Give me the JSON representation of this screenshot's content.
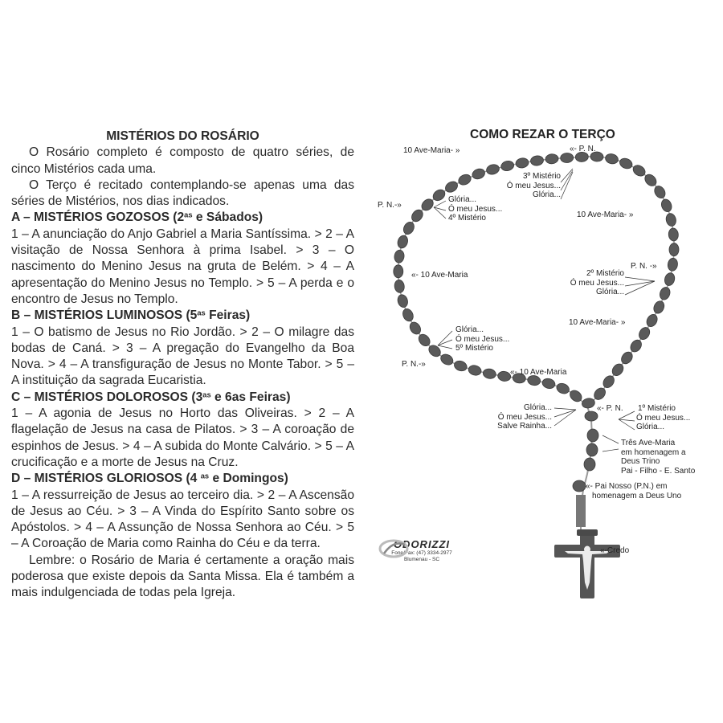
{
  "left": {
    "title": "MISTÉRIOS DO ROSÁRIO",
    "intro": [
      "O Rosário completo é composto de quatro séries, de cinco Mistérios cada uma.",
      "O Terço é recitado contemplando-se apenas uma das séries de Mistérios, nos dias indicados."
    ],
    "sections": [
      {
        "heading_pre": "A – MISTÉRIOS GOZOSOS (2",
        "heading_sup": "as",
        "heading_post": " e Sábados)",
        "body": "1 – A anunciação do Anjo Gabriel a Maria Santíssima. > 2 – A visitação de Nossa Senhora à prima Isabel.  > 3 – O nascimento do Menino Jesus na gruta de Belém. > 4 – A apresentação do Menino Jesus no Templo. > 5 – A perda e o encontro de Jesus no Templo."
      },
      {
        "heading_pre": "B – MISTÉRIOS LUMINOSOS (5",
        "heading_sup": "as",
        "heading_post": " Feiras)",
        "body": "1 – O batismo de Jesus no Rio Jordão. > 2 – O milagre das bodas de Caná. > 3 – A pregação do Evangelho da Boa Nova. > 4 – A transfiguração de Jesus no Monte Tabor. > 5 – A instituição da sagrada Eucaristia."
      },
      {
        "heading_pre": "C – MISTÉRIOS DOLOROSOS (3",
        "heading_sup": "as",
        "heading_post": " e 6as Feiras)",
        "body": "1 – A agonia de Jesus no Horto das Oliveiras. > 2 – A flagelação de Jesus na casa de Pilatos. > 3 – A coroação de espinhos de Jesus. > 4 – A subida do Monte Calvário. > 5 – A crucificação e a morte de Jesus na Cruz."
      },
      {
        "heading_pre": "D – MISTÉRIOS GLORIOSOS (4 ",
        "heading_sup": "as",
        "heading_post": " e Domingos)",
        "body": "1 – A ressurreição de Jesus ao terceiro dia. > 2 – A Ascensão de Jesus ao Céu. > 3 – A Vinda do Espírito Santo sobre os Apóstolos. > 4 – A Assunção de Nossa Senhora ao Céu.  > 5 – A Coroação de Maria como Rainha do Céu e da terra."
      }
    ],
    "closing": "Lembre: o Rosário de Maria é certamente a oração mais poderosa que existe depois da Santa Missa. Ela é também a mais indulgenciada de todas pela Igreja."
  },
  "diagram": {
    "title": "COMO REZAR O TERÇO",
    "labels": {
      "ave_top_left": "10 Ave-Maria- »",
      "pn_top": "«- P. N.",
      "m3_a": "3º Mistério",
      "m3_b": "Ó meu Jesus...",
      "m3_c": "Glória...",
      "pn_left_top": "P. N.-»",
      "m4_a": "Glória...",
      "m4_b": "Ó meu Jesus...",
      "m4_c": "4º Mistério",
      "ave_top_right": "10 Ave-Maria- »",
      "pn_right": "P. N. -»",
      "m2_a": "2º Mistério",
      "m2_b": "Ó meu Jesus...",
      "m2_c": "Glória...",
      "ave_left": "«- 10 Ave-Maria",
      "ave_right": "10 Ave-Maria- »",
      "m5_a": "Glória...",
      "m5_b": "Ó meu Jesus...",
      "m5_c": "5º Mistério",
      "pn_left_bottom": "P. N.-»",
      "ave_bottom": "«- 10 Ave-Maria",
      "g_a": "Glória...",
      "g_b": "Ó meu Jesus...",
      "g_c": "Salve Rainha...",
      "pn_center": "«- P. N.",
      "m1_a": "1º Mistério",
      "m1_b": "Ó meu Jesus...",
      "m1_c": "Glória...",
      "tres_1": "Três Ave-Maria",
      "tres_2": "em homenagem a",
      "tres_3": "Deus Trino",
      "tres_4": "Pai - Filho - E. Santo",
      "pai_1": "«- Pai Nosso (P.N.) em",
      "pai_2": "homenagem a Deus Uno",
      "credo": "«-Credo"
    },
    "logo": {
      "name": "ODORIZZI",
      "phone": "Fone/Fax: (47) 3334-2977",
      "city": "Blumenau - SC"
    },
    "colors": {
      "bead": "#5a5a5a",
      "bead_dark": "#3a3a3a",
      "chain": "#9a9a9a",
      "text": "#222222"
    }
  }
}
